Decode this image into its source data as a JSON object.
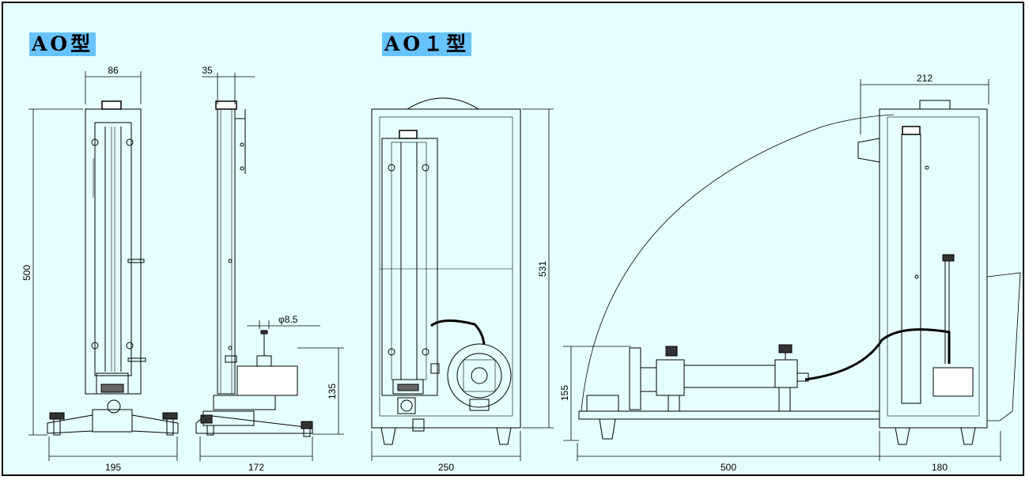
{
  "models": [
    {
      "label": "AO型"
    },
    {
      "label": "AO１型"
    }
  ],
  "dimensions": {
    "ao_width": "86",
    "ao_height": "500",
    "ao_base_width": "195",
    "ao_side_depth": "35",
    "ao_nozzle_dia": "φ8.5",
    "ao_side_height": "135",
    "ao_side_base": "172",
    "ao1_front_height": "531",
    "ao1_front_width": "250",
    "ao1_side_height": "155",
    "ao1_side_reach": "500",
    "ao1_side_top": "212",
    "ao1_side_base": "180"
  }
}
